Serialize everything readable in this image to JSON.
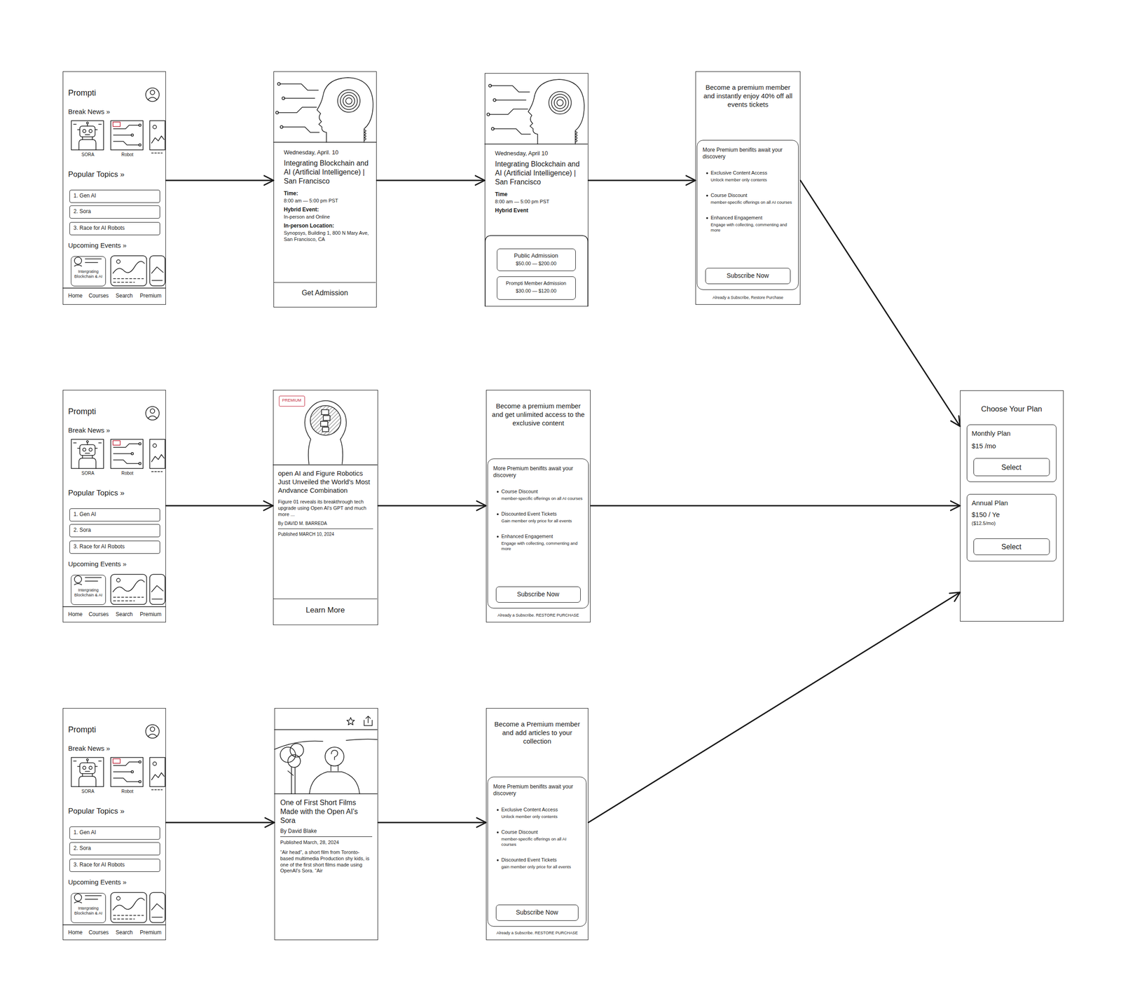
{
  "diagram": {
    "nodes": [
      {
        "text": [
          "Prompti",
          "Break News »",
          "SORA",
          "Robot",
          "Popular Topics »",
          "Upcoming Events »",
          "Home",
          "Courses",
          "Search",
          "Premium"
        ]
      },
      {
        "text": [
          "1. Gen AI"
        ],
        "in": 0
      },
      {
        "text": [
          "2. Sora"
        ],
        "in": 0
      },
      {
        "text": [
          "3. Race for AI Robots"
        ],
        "in": 0
      },
      {
        "text": [
          "Intergrating Blockchain & AI"
        ],
        "in": 0
      },
      {
        "text": [
          "Wednesday, April. 10",
          "Integrating Blockchain and AI (Artificial Intelligence) | San Francisco",
          "Time:",
          "8:00 am — 5:00 pm PST",
          "Hybrid Event:",
          "In-person and Online",
          "In-person Location:",
          "Synopsys, Building 1, 800 N Mary Ave, San Francisco, CA"
        ]
      },
      {
        "text": [
          "Get Admission"
        ],
        "in": 5
      },
      {
        "text": [
          "Wednesday, April 10",
          "Integrating Blockchain and AI (Artificial Intelligence) | San Francisco",
          "Time",
          "8:00 am — 5:00 pm PST",
          "Hybrid Event"
        ]
      },
      {
        "text": [
          "Public Admission",
          "$50.00 — $200.00"
        ],
        "in": 7
      },
      {
        "text": [
          "Prompti Member Admission",
          "$30.00 — $120.00"
        ],
        "in": 7
      },
      {
        "text": [
          "Become a premium member and instantly enjoy 40% off all events tickets",
          "Already a Subscribe, Restore Purchase"
        ]
      },
      {
        "text": [
          "More Premium benifits await your discovery",
          "Exclusive Content Access",
          "Unlock member only contents",
          "Course Discount",
          "member-specific offerings on all AI courses",
          "Enhanced Engagement",
          "Engage with collecting, commenting and more"
        ],
        "in": 10
      },
      {
        "text": [
          "Subscribe Now"
        ],
        "in": 11
      },
      {
        "text": [
          "Prompti",
          "Break News »",
          "SORA",
          "Robot",
          "Popular Topics »",
          "Upcoming Events »",
          "Home",
          "Courses",
          "Search",
          "Premium"
        ]
      },
      {
        "text": [
          "1. Gen AI"
        ],
        "in": 13
      },
      {
        "text": [
          "2. Sora"
        ],
        "in": 13
      },
      {
        "text": [
          "3. Race for AI Robots"
        ],
        "in": 13
      },
      {
        "text": [
          "Intergrating Blockchain & AI"
        ],
        "in": 13
      },
      {
        "text": [
          "open AI and Figure Robotics Just Unveiled the World's Most Andvance Combination",
          "Figure 01 reveals its breakthrough tech upgrade using Open AI's GPT and much more ...",
          "By DAVID M. BARREDA",
          "Published MARCH 10, 2024"
        ]
      },
      {
        "text": [
          "PREMIUM"
        ],
        "in": 18
      },
      {
        "text": [
          "Learn More"
        ],
        "in": 18
      },
      {
        "text": [
          "Become a premium member and get unlimited access to the exclusive content",
          "Already a Subscribe. RESTORE PURCHASE"
        ]
      },
      {
        "text": [
          "More Premium benifits await your discovery",
          "Course Discount",
          "member-specific offerings on all AI courses",
          "Discounted Event Tickets",
          "Gain member only price for all events",
          "Enhanced Engagement",
          "Engage with collecting, commenting and more"
        ],
        "in": 21
      },
      {
        "text": [
          "Subscribe Now"
        ],
        "in": 22
      },
      {
        "text": [
          "Prompti",
          "Break News »",
          "SORA",
          "Robot",
          "Popular Topics »",
          "Upcoming Events »",
          "Home",
          "Courses",
          "Search",
          "Premium"
        ]
      },
      {
        "text": [
          "1. Gen AI"
        ],
        "in": 24
      },
      {
        "text": [
          "2. Sora"
        ],
        "in": 24
      },
      {
        "text": [
          "3. Race for AI Robots"
        ],
        "in": 24
      },
      {
        "text": [
          "Intergrating Blockchain & AI"
        ],
        "in": 24
      },
      {
        "text": [
          "One of First Short Films Made with the Open AI's Sora",
          "By David Blake",
          "Published March, 28, 2024",
          "“Air head”, a short film from Toronto-based multimedia Production shy kids, is one of the first short films made using OpenAI's Sora. “Air"
        ]
      },
      {
        "text": [
          "Become a Premium member and add articles to your collection",
          "Already a Subscribe. RESTORE PURCHASE"
        ]
      },
      {
        "text": [
          "More Premium benifits await your discovery",
          "Exclusive Content Access",
          "Unlock member only contents",
          "Course Discount",
          "member-specific offerings on all AI courses",
          "Discounted Event Tickets",
          "gain member only price for all events"
        ],
        "in": 30
      },
      {
        "text": [
          "Subscribe Now"
        ],
        "in": 31
      },
      {
        "text": [
          "Choose Your Plan"
        ]
      },
      {
        "text": [
          "Monthly Plan",
          "$15 /mo"
        ],
        "in": 33
      },
      {
        "text": [
          "Select"
        ],
        "in": 34
      },
      {
        "text": [
          "Annual Plan",
          "$150 / Ye",
          "($12.5/mo)"
        ],
        "in": 33
      },
      {
        "text": [
          "Select"
        ],
        "in": 36
      }
    ],
    "edges": [
      {
        "from": 0,
        "to": 5,
        "arrow": "to"
      },
      {
        "from": 5,
        "to": 7,
        "arrow": "to"
      },
      {
        "from": 7,
        "to": 10,
        "arrow": "to"
      },
      {
        "from": 10,
        "to": 33,
        "arrow": "to"
      },
      {
        "from": 13,
        "to": 18,
        "arrow": "to"
      },
      {
        "from": 18,
        "to": 21,
        "arrow": "to"
      },
      {
        "from": 21,
        "to": 33,
        "arrow": "to"
      },
      {
        "from": 24,
        "to": 29,
        "arrow": "to"
      },
      {
        "from": 29,
        "to": 30,
        "arrow": "to"
      },
      {
        "from": 30,
        "to": 33,
        "arrow": "to"
      }
    ]
  }
}
